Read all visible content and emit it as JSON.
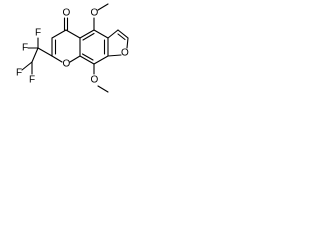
{
  "molecule": {
    "atom_labels": {
      "carbonyl_oxygen": "O",
      "methoxy_top_oxygen": "O",
      "methoxy_top_methyl": "",
      "methoxy_bottom_oxygen": "O",
      "pyran_ring_oxygen": "O",
      "furan_ring_oxygen": "O",
      "fluorine_1": "F",
      "fluorine_2": "F",
      "fluorine_3": "F",
      "fluorine_4": "F"
    },
    "colors": {
      "bond": "#000000",
      "label": "#000000",
      "background": "#ffffff"
    }
  }
}
